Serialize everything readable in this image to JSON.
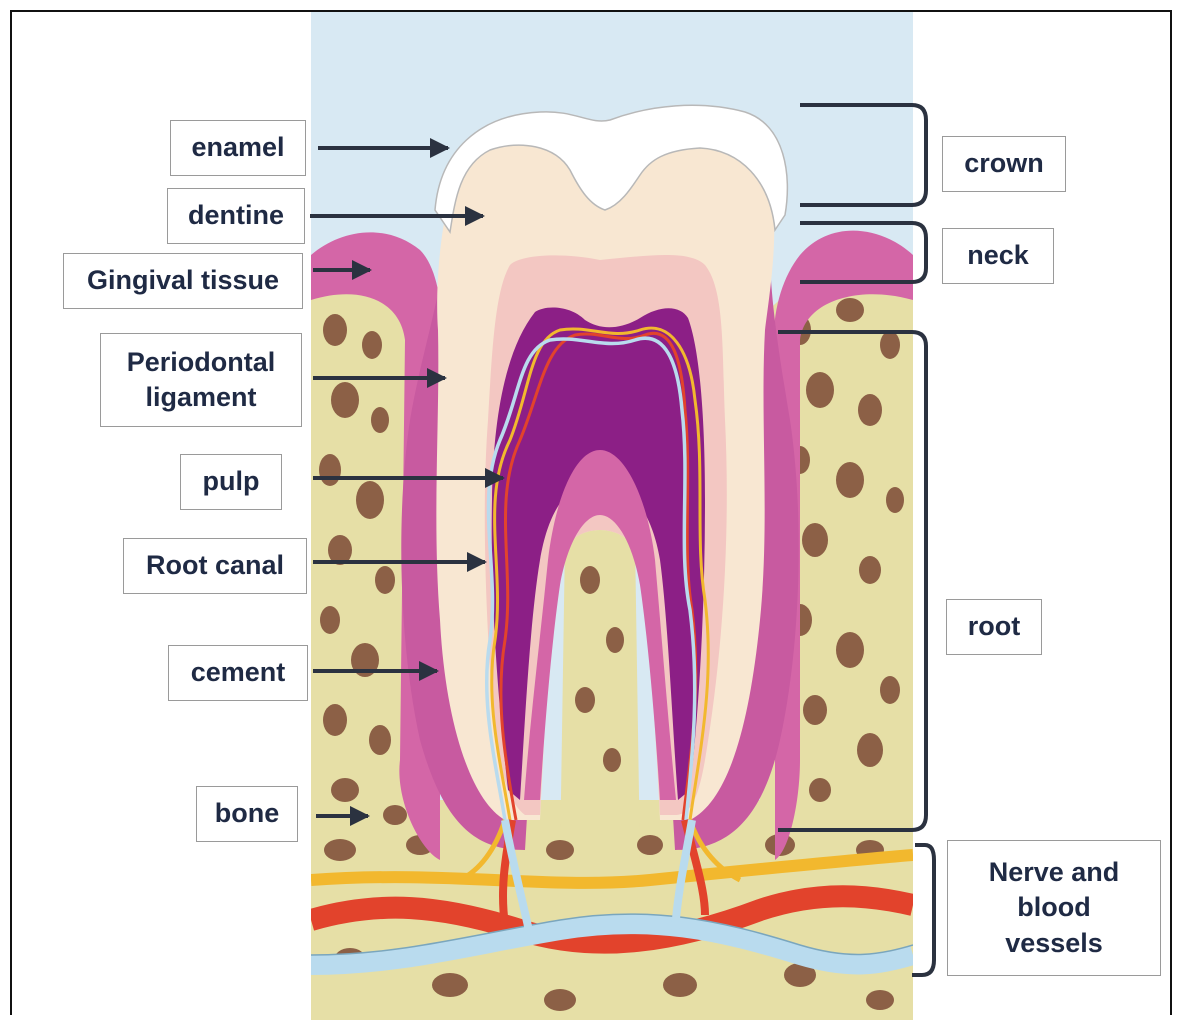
{
  "labels_left": {
    "enamel": "enamel",
    "dentine": "dentine",
    "gingival": "Gingival tissue",
    "periodontal": "Periodontal\nligament",
    "pulp": "pulp",
    "root_canal": "Root canal",
    "cement": "cement",
    "bone": "bone"
  },
  "labels_right": {
    "crown": "crown",
    "neck": "neck",
    "root": "root",
    "nerve_vessels": "Nerve and\nblood\nvessels"
  },
  "colors": {
    "label_text": "#1f2a44",
    "arrow": "#2b3240",
    "sky": "#d8e9f3",
    "bone": "#e6dfa6",
    "bone_hole": "#8c6046",
    "gum": "#d466a7",
    "enamel": "#ffffff",
    "dentine": "#f8e7d2",
    "pulp": "#8c1f86",
    "artery": "#e2432c",
    "vein": "#b9dbee",
    "nerve": "#f2b82e"
  }
}
